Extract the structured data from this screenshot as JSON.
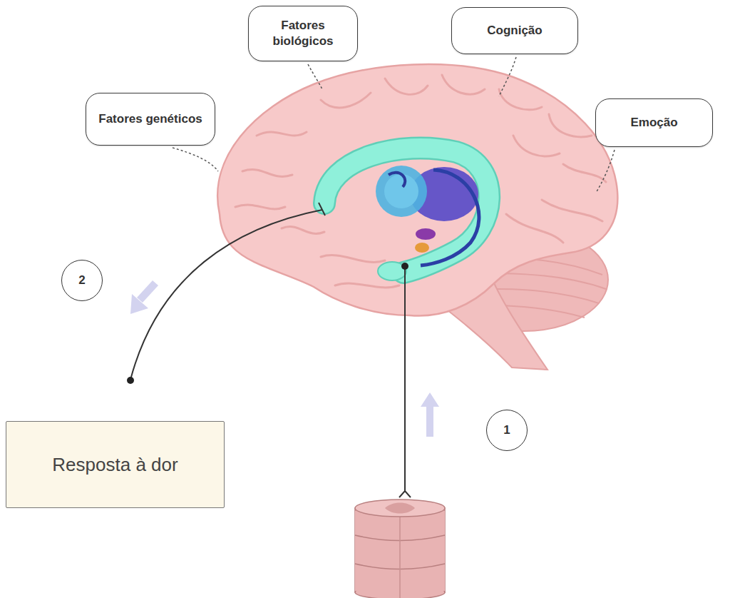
{
  "diagram": {
    "nodes": [
      {
        "text": [
          "Fatores biológicos"
        ]
      },
      {
        "text": [
          "Cognição"
        ]
      },
      {
        "text": [
          "Fatores genéticos"
        ]
      },
      {
        "text": [
          "Emoção"
        ]
      },
      {
        "text": [
          "2"
        ]
      },
      {
        "text": [
          "1"
        ]
      },
      {
        "text": [
          "Resposta à dor"
        ]
      }
    ]
  }
}
